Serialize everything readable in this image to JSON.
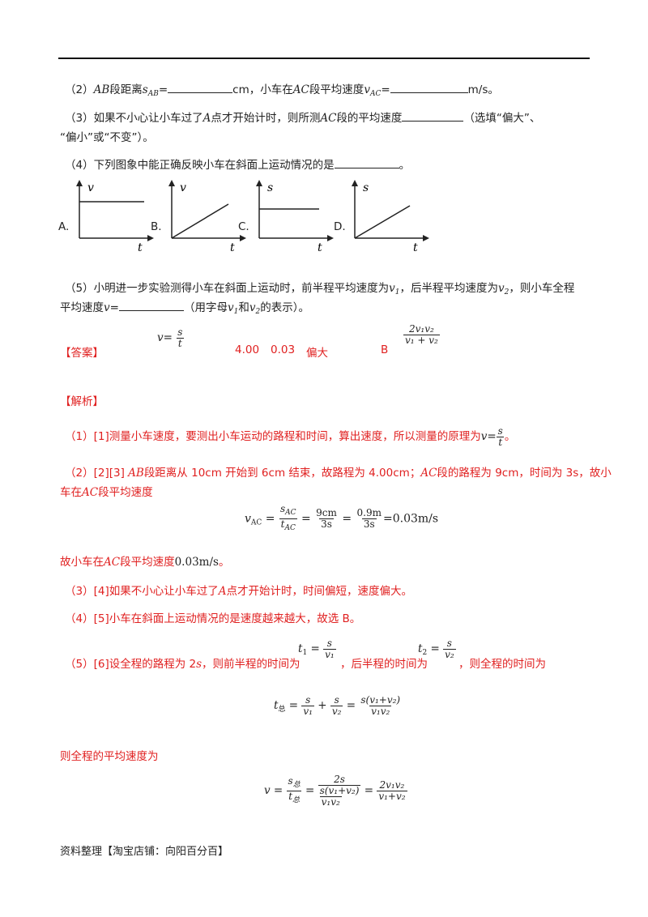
{
  "q2": {
    "num": "（2）",
    "ab": "AB",
    "t1": "段距离",
    "s": "s",
    "sAB": "AB",
    "eq": "=",
    "unit1": "cm，小车在",
    "ac": "AC",
    "t2": "段平均速度",
    "v": "v",
    "vAC": "AC",
    "eq2": "=",
    "unit2": "m/s。"
  },
  "q3": {
    "line1_a": "（3）如果不小心让小车过了",
    "A": "A",
    "line1_b": "点才开始计时，则所测",
    "AC": "AC",
    "line1_c": "段的平均速度",
    "line1_d": "（选填“偏大”、",
    "line2": "“偏小”或“不变”）。"
  },
  "q4": {
    "text": "（4）下列图象中能正确反映小车在斜面上运动情况的是",
    "end": "。",
    "graphs": [
      {
        "label": "A.",
        "y": "v",
        "x": "t",
        "shape": "flat"
      },
      {
        "label": "B.",
        "y": "v",
        "x": "t",
        "shape": "rising"
      },
      {
        "label": "C.",
        "y": "s",
        "x": "t",
        "shape": "flat"
      },
      {
        "label": "D.",
        "y": "s",
        "x": "t",
        "shape": "rising"
      }
    ]
  },
  "q5": {
    "line1": "（5）小明进一步实验测得小车在斜面上运动时，前半程平均速度为",
    "v1": "v",
    "s1": "1",
    "mid": "，后半程平均速度为",
    "v2": "v",
    "s2": "2",
    "end1": "，则小车全程",
    "line2a": "平均速度",
    "v": "v",
    "eq": "=",
    "line2b": "（用字母",
    "l1": "v",
    "ls1": "1",
    "and": "和",
    "l2": "v",
    "ls2": "2",
    "line2c": "的表示）。"
  },
  "answer": {
    "label": "【答案】",
    "formula_lhs": "v",
    "formula_eq": "=",
    "formula_num": "s",
    "formula_den": "t",
    "a2": "4.00",
    "a3": "0.03",
    "a4": "偏大",
    "a5": "B",
    "a6_num": "2v₁v₂",
    "a6_den": "v₁ + v₂"
  },
  "analysis": {
    "label": "【解析】",
    "p1": "（1）[1]测量小车速度，要测出小车运动的路程和时间，算出速度，所以测量的原理为",
    "p1_v": "v",
    "p1_eq": "=",
    "p1_num": "s",
    "p1_den": "t",
    "p1_end": "。",
    "p2_a": "（2）[2][3] ",
    "p2_AB": "AB",
    "p2_b": "段距离从 10cm 开始到 6cm 结束，故路程为 4.00cm；",
    "p2_AC": "AC",
    "p2_c": "段的路程为 9cm，时间为 3s，故小",
    "p2_line2a": "车在",
    "p2_line2AC": "AC",
    "p2_line2b": "段平均速度",
    "eq1_lhs": "v",
    "eq1_sub": "AC",
    "eq1_num1": "s",
    "eq1_num1sub": "AC",
    "eq1_den1": "t",
    "eq1_den1sub": "AC",
    "eq1_n2": "9cm",
    "eq1_d2": "3s",
    "eq1_n3": "0.9m",
    "eq1_d3": "3s",
    "eq1_res": "=0.03m/s",
    "p2_end_a": "故小车在",
    "p2_end_AC": "AC",
    "p2_end_b": "段平均速度",
    "p2_end_val": "0.03m/s",
    "p2_end_c": "。",
    "p3_a": "（3）[4]如果不小心让小车过了",
    "p3_A": "A",
    "p3_b": "点才开始计时，时间偏短，速度偏大。",
    "p4": "（4）[5]小车在斜面上运动情况的是速度越来越大，故选 B。",
    "p5_a": "（5）[6]设全程的路程为 2",
    "p5_s": "s",
    "p5_b": "，则前半程的时间为",
    "p5_c": "，后半程的时间为",
    "p5_d": "，则全程的时间为",
    "t1": "t",
    "t1sub": "1",
    "t1num": "s",
    "t1den": "v₁",
    "t2": "t",
    "t2sub": "2",
    "t2num": "s",
    "t2den": "v₂",
    "tt_lhs": "t",
    "tt_sub": "总",
    "tt_f1n": "s",
    "tt_f1d": "v₁",
    "tt_f2n": "s",
    "tt_f2d": "v₂",
    "tt_f3n": "s(v₁+v₂)",
    "tt_f3d": "v₁v₂",
    "p6": "则全程的平均速度为",
    "vv_lhs": "v",
    "vv_f1n": "s",
    "vv_f1nsub": "总",
    "vv_f1d": "t",
    "vv_f1dsub": "总",
    "vv_f2n": "2s",
    "vv_f2d": "s(v₁+v₂)",
    "vv_f2dd": "v₁v₂",
    "vv_f3n": "2v₁v₂",
    "vv_f3d": "v₁+v₂"
  },
  "footer": "资料整理【淘宝店铺：向阳百分百】"
}
